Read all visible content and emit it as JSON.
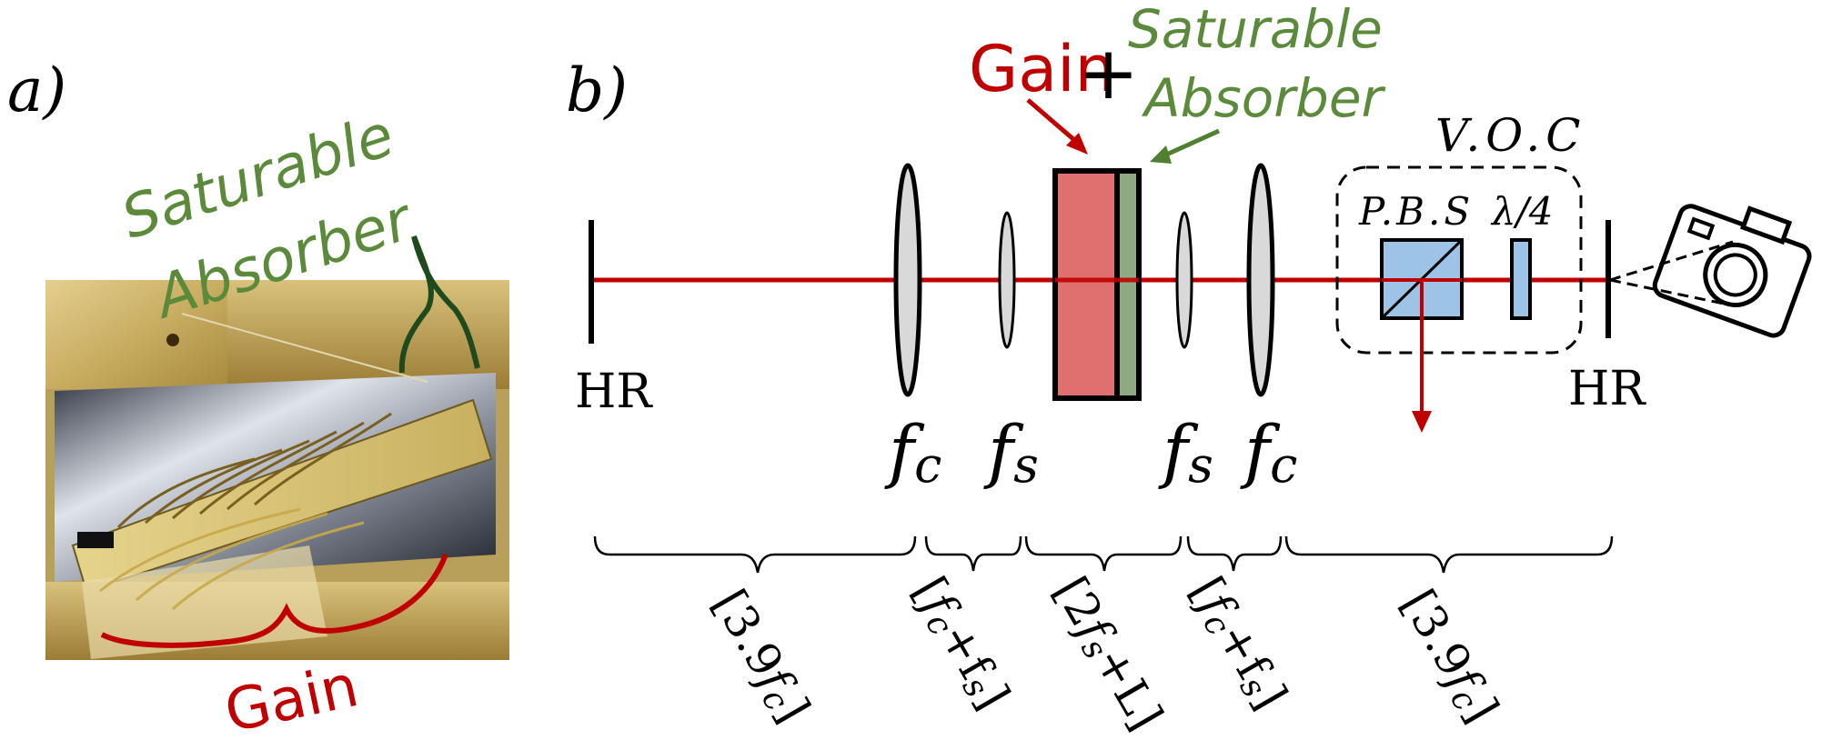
{
  "panel_a": {
    "label": "a)",
    "saturable_absorber_line1": "Saturable",
    "saturable_absorber_line2": "Absorber",
    "gain_label": "Gain"
  },
  "panel_b": {
    "label": "b)",
    "gain_word": "Gain",
    "plus": "+",
    "saturable_line1": "Saturable",
    "saturable_line2": "Absorber",
    "voc_label": "V.O.C",
    "pbs_label": "P.B.S",
    "qwp_label": "λ/4",
    "hr_left": "HR",
    "hr_right": "HR",
    "lens_labels": [
      {
        "base": "f",
        "sub": "c"
      },
      {
        "base": "f",
        "sub": "s"
      },
      {
        "base": "f",
        "sub": "s"
      },
      {
        "base": "f",
        "sub": "c"
      }
    ],
    "distances": [
      "[3.9f",
      "[f",
      "[2f",
      "[f",
      "[3.9f"
    ],
    "distance_labels": [
      {
        "pre": "[3.9",
        "f": "f",
        "sub": "c",
        "post": "]"
      },
      {
        "pre": "[",
        "f": "f",
        "sub": "c",
        "post": "+f",
        "sub2": "s",
        "post2": "]"
      },
      {
        "pre": "[2",
        "f": "f",
        "sub": "s",
        "post": "+L]"
      },
      {
        "pre": "[",
        "f": "f",
        "sub": "c",
        "post": "+f",
        "sub2": "s",
        "post2": "]"
      },
      {
        "pre": "[3.9",
        "f": "f",
        "sub": "c",
        "post": "]"
      }
    ]
  },
  "colors": {
    "beam": "#c00000",
    "gain_red": "#e07070",
    "absorber_green": "#8faa82",
    "green_text": "#5a8a3a",
    "dark_green": "#1e4a1e",
    "red_text": "#c00000",
    "pbs_blue": "#9dc3e6",
    "lens_fill": "#d9d9d9"
  }
}
